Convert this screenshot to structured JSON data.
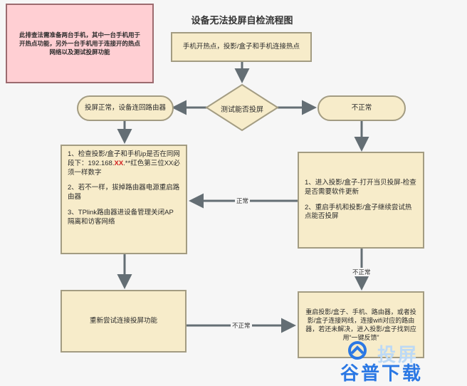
{
  "title": "设备无法投屏自检流程图",
  "note": "此排查法需准备两台手机，其中一台手机用于开热点功能，另外一台手机用于连接开的热点网络以及测试投屏功能",
  "nodes": {
    "start": "手机开热点，投影/盒子和手机连接热点",
    "decision": "测试能否投屏",
    "left_ok": "投屏正常，设备连回路由器",
    "right_fail": "不正常",
    "left_list": {
      "item1_pre": "1、检查投影/盒子和手机ip是否在同网段下：192.168.",
      "item1_red": "XX",
      "item1_post": ".**红色第三位XX必须一样数字",
      "item2": "2、若不一样，拔掉路由器电源重启路由器",
      "item3": "3、TPlink路由器进设备管理关闭AP隔离和访客网络"
    },
    "right_list": {
      "item1": "1、进入投影/盒子-打开当贝投屏-检查是否需要软件更新",
      "item2": "2、重启手机和投影/盒子继续尝试热点能否投屏"
    },
    "retry": "重新尝试连接投屏功能",
    "final": "重启投影/盒子、手机、路由器，或者投影/盒子连接网线，连接wifi对应的路由器，若还未解决，进入投影/盒子找到应用“一键反馈”"
  },
  "edge_labels": {
    "normal": "正常",
    "abnormal_down": "不正常",
    "abnormal_right": "不正常"
  },
  "watermark": {
    "top": "投屏",
    "bottom": "谷普下载"
  },
  "colors": {
    "node_fill": "#f7ecca",
    "node_border": "#a39c82",
    "note_fill": "#ffcfd3",
    "arrow": "#646e74",
    "highlight": "#d21f1f"
  }
}
